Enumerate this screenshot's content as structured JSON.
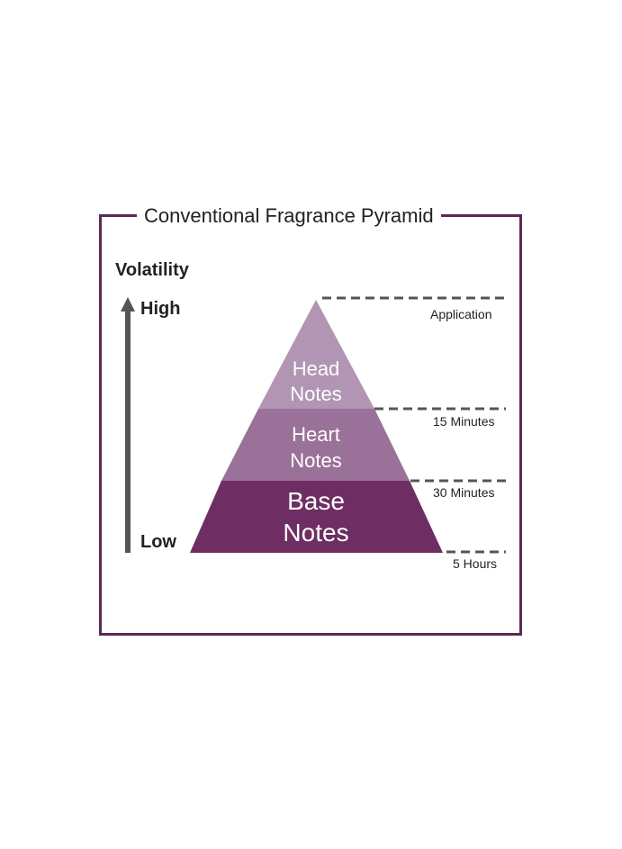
{
  "title": "Conventional Fragrance Pyramid",
  "axis": {
    "label": "Volatility",
    "high": "High",
    "low": "Low"
  },
  "tiers": [
    {
      "line1": "Head",
      "line2": "Notes",
      "color": "#b195b2"
    },
    {
      "line1": "Heart",
      "line2": "Notes",
      "color": "#9a7199"
    },
    {
      "line1": "Base",
      "line2": "Notes",
      "color": "#6e2e63"
    }
  ],
  "times": [
    "Application",
    "15 Minutes",
    "30 Minutes",
    "5 Hours"
  ],
  "colors": {
    "frame": "#5a2a55",
    "arrow": "#555555",
    "dash": "#555555"
  }
}
